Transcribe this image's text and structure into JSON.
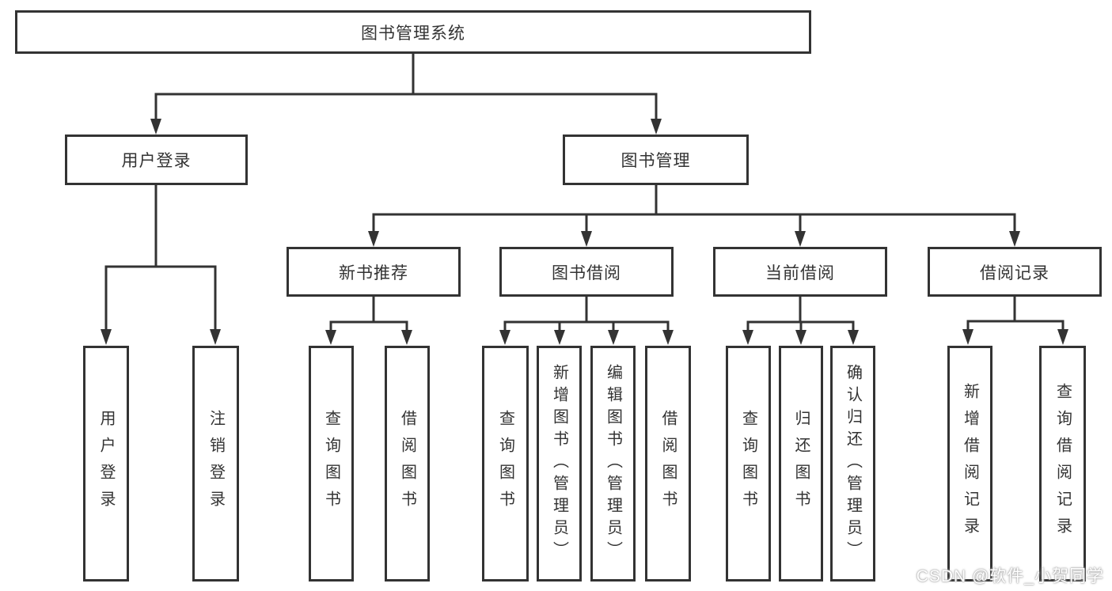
{
  "nodes": {
    "root": "图书管理系统",
    "user_login": "用户登录",
    "book_management": "图书管理",
    "new_book_recommend": "新书推荐",
    "book_borrowing": "图书借阅",
    "current_borrowing": "当前借阅",
    "borrowing_records": "借阅记录",
    "leaf_user_login": "用户登录",
    "leaf_logout": "注销登录",
    "leaf_recommend_query_books": "查询图书",
    "leaf_recommend_borrow_books": "借阅图书",
    "leaf_borrowing_query_books": "查询图书",
    "leaf_borrowing_add_books_admin": "新增图书（管理员）",
    "leaf_borrowing_edit_books_admin": "编辑图书（管理员）",
    "leaf_borrowing_borrow_books": "借阅图书",
    "leaf_current_query_books": "查询图书",
    "leaf_current_return_books": "归还图书",
    "leaf_current_confirm_return_admin": "确认归还（管理员）",
    "leaf_records_add_record": "新增借阅记录",
    "leaf_records_query_record": "查询借阅记录"
  },
  "watermark": {
    "text": "CSDN @软件_小贺同学"
  },
  "colors": {
    "line": "#333333",
    "text": "#333333",
    "background": "#ffffff",
    "watermark_text": "#ffffff"
  }
}
